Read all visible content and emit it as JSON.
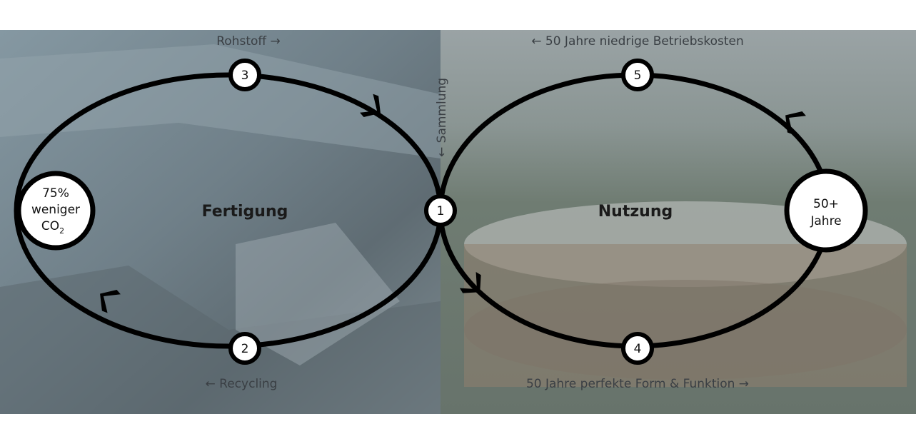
{
  "labels": {
    "rohstoff": "Rohstoff →",
    "recycling": "← Recycling",
    "betriebskosten": "← 50 Jahre niedrige Betriebskosten",
    "form_funktion": "50 Jahre perfekte Form & Funktion →",
    "sammlung": "← Sammlung"
  },
  "cycles": {
    "left_title": "Fertigung",
    "right_title": "Nutzung"
  },
  "nodes": {
    "n1": "1",
    "n2": "2",
    "n3": "3",
    "n4": "4",
    "n5": "5"
  },
  "badges": {
    "co2_line1": "75%",
    "co2_line2": "weniger",
    "co2_line3": "CO",
    "co2_sub": "2",
    "years_line1": "50+",
    "years_line2": "Jahre"
  },
  "colors": {
    "stroke": "#000000",
    "node_fill": "#ffffff"
  }
}
